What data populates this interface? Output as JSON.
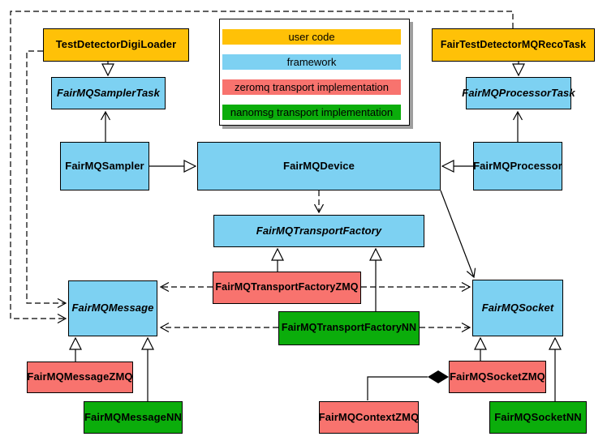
{
  "colors": {
    "user": "#FFC107",
    "framework": "#7DD1F2",
    "zeromq": "#F8736E",
    "nanomsg": "#0BAD0B"
  },
  "legend": {
    "items": [
      {
        "label": "user code",
        "category": "user"
      },
      {
        "label": "framework",
        "category": "framework"
      },
      {
        "label": "zeromq transport implementation",
        "category": "zeromq"
      },
      {
        "label": "nanomsg transport implementation",
        "category": "nanomsg"
      }
    ]
  },
  "nodes": {
    "digi_loader": {
      "label": "TestDetectorDigiLoader",
      "category": "user"
    },
    "reco_task": {
      "label": "FairTestDetectorMQRecoTask",
      "category": "user"
    },
    "sampler_task": {
      "label": "FairMQSamplerTask",
      "category": "framework",
      "abstract": true
    },
    "processor_task": {
      "label": "FairMQProcessorTask",
      "category": "framework",
      "abstract": true
    },
    "sampler": {
      "label": "FairMQSampler",
      "category": "framework"
    },
    "device": {
      "label": "FairMQDevice",
      "category": "framework"
    },
    "processor": {
      "label": "FairMQProcessor",
      "category": "framework"
    },
    "transport_factory": {
      "label": "FairMQTransportFactory",
      "category": "framework",
      "abstract": true
    },
    "transport_factory_zmq": {
      "label": "FairMQTransportFactoryZMQ",
      "category": "zeromq"
    },
    "transport_factory_nn": {
      "label": "FairMQTransportFactoryNN",
      "category": "nanomsg"
    },
    "message": {
      "label": "FairMQMessage",
      "category": "framework",
      "abstract": true
    },
    "socket": {
      "label": "FairMQSocket",
      "category": "framework",
      "abstract": true
    },
    "message_zmq": {
      "label": "FairMQMessageZMQ",
      "category": "zeromq"
    },
    "message_nn": {
      "label": "FairMQMessageNN",
      "category": "nanomsg"
    },
    "socket_zmq": {
      "label": "FairMQSocketZMQ",
      "category": "zeromq"
    },
    "socket_nn": {
      "label": "FairMQSocketNN",
      "category": "nanomsg"
    },
    "context_zmq": {
      "label": "FairMQContextZMQ",
      "category": "zeromq"
    }
  },
  "edges": [
    {
      "from": "TestDetectorDigiLoader",
      "to": "FairMQSamplerTask",
      "type": "inheritance"
    },
    {
      "from": "FairTestDetectorMQRecoTask",
      "to": "FairMQProcessorTask",
      "type": "inheritance"
    },
    {
      "from": "FairMQSampler",
      "to": "FairMQDevice",
      "type": "inheritance"
    },
    {
      "from": "FairMQProcessor",
      "to": "FairMQDevice",
      "type": "inheritance"
    },
    {
      "from": "FairMQTransportFactoryZMQ",
      "to": "FairMQTransportFactory",
      "type": "inheritance"
    },
    {
      "from": "FairMQTransportFactoryNN",
      "to": "FairMQTransportFactory",
      "type": "inheritance"
    },
    {
      "from": "FairMQMessageZMQ",
      "to": "FairMQMessage",
      "type": "inheritance"
    },
    {
      "from": "FairMQMessageNN",
      "to": "FairMQMessage",
      "type": "inheritance"
    },
    {
      "from": "FairMQSocketZMQ",
      "to": "FairMQSocket",
      "type": "inheritance"
    },
    {
      "from": "FairMQSocketNN",
      "to": "FairMQSocket",
      "type": "inheritance"
    },
    {
      "from": "FairMQSampler",
      "to": "FairMQSamplerTask",
      "type": "association"
    },
    {
      "from": "FairMQProcessor",
      "to": "FairMQProcessorTask",
      "type": "association"
    },
    {
      "from": "FairMQDevice",
      "to": "FairMQSocket",
      "type": "association"
    },
    {
      "from": "TestDetectorDigiLoader",
      "to": "FairMQMessage",
      "type": "dependency"
    },
    {
      "from": "FairTestDetectorMQRecoTask",
      "to": "FairMQMessage",
      "type": "dependency"
    },
    {
      "from": "FairMQDevice",
      "to": "FairMQTransportFactory",
      "type": "dependency"
    },
    {
      "from": "FairMQTransportFactoryZMQ",
      "to": "FairMQMessage",
      "type": "dependency"
    },
    {
      "from": "FairMQTransportFactoryZMQ",
      "to": "FairMQSocket",
      "type": "dependency"
    },
    {
      "from": "FairMQTransportFactoryNN",
      "to": "FairMQMessage",
      "type": "dependency"
    },
    {
      "from": "FairMQTransportFactoryNN",
      "to": "FairMQSocket",
      "type": "dependency"
    },
    {
      "from": "FairMQContextZMQ",
      "to": "FairMQSocketZMQ",
      "type": "aggregation"
    }
  ]
}
